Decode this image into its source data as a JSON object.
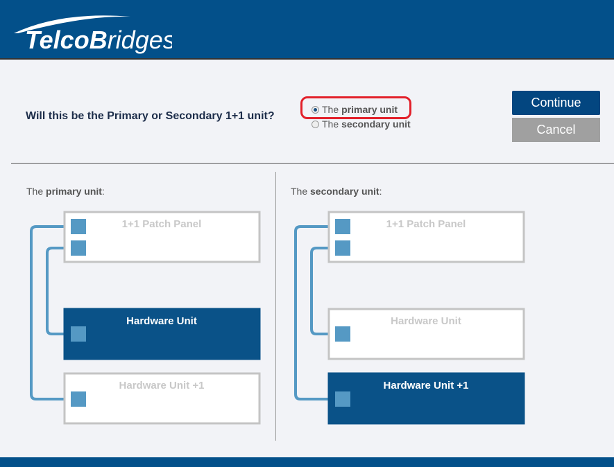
{
  "brand": {
    "logo_text": "TelcoBridges"
  },
  "question": "Will this be the Primary or Secondary 1+1 unit?",
  "options": [
    {
      "prefix": "The ",
      "bold": "primary unit",
      "selected": true
    },
    {
      "prefix": "The ",
      "bold": "secondary unit",
      "selected": false
    }
  ],
  "buttons": {
    "continue": "Continue",
    "cancel": "Cancel"
  },
  "panels": [
    {
      "prefix": "The ",
      "bold": "primary unit",
      "suffix": ":",
      "highlight": 1,
      "boxes": [
        "1+1 Patch Panel",
        "Hardware Unit",
        "Hardware Unit +1"
      ]
    },
    {
      "prefix": "The ",
      "bold": "secondary unit",
      "suffix": ":",
      "highlight": 2,
      "boxes": [
        "1+1 Patch Panel",
        "Hardware Unit",
        "Hardware Unit +1"
      ]
    }
  ],
  "colors": {
    "brand": "#03508a",
    "port": "#5599c4",
    "highlight": "#0a5288",
    "border": "#c4c4c4"
  }
}
